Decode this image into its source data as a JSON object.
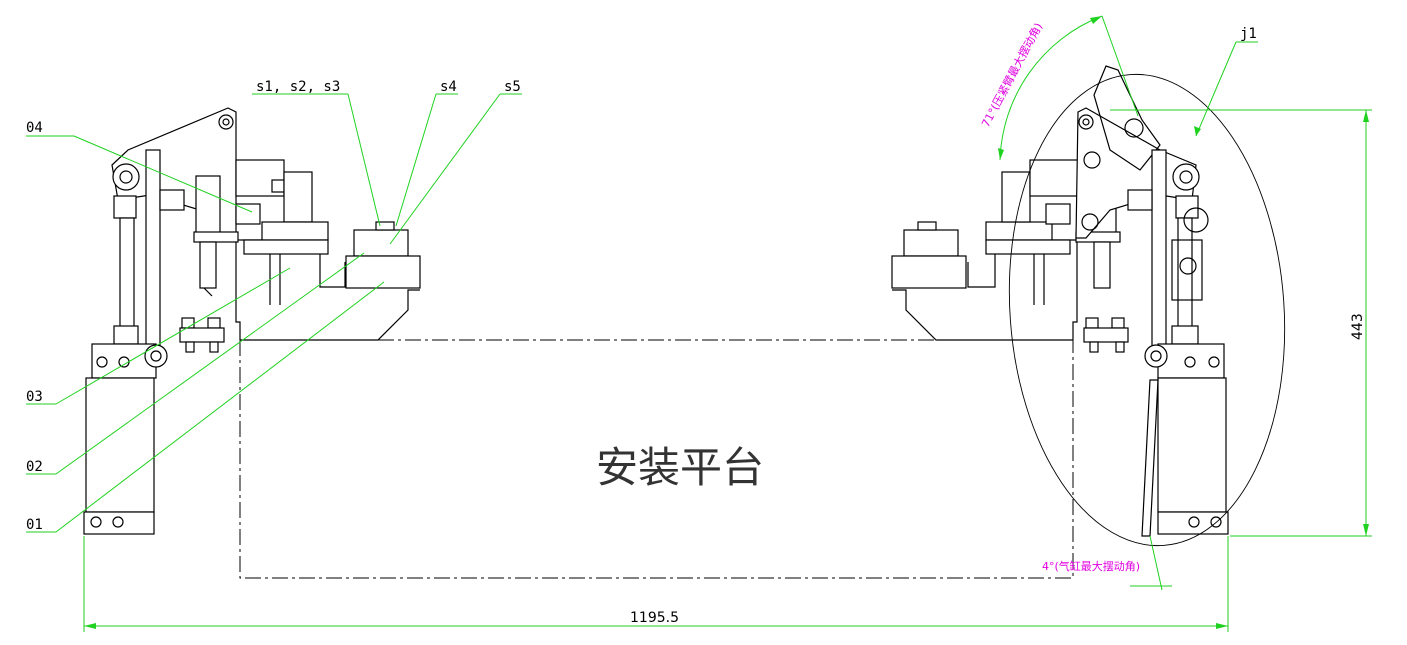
{
  "labels": {
    "l04": "04",
    "l03": "03",
    "l02": "02",
    "l01": "01",
    "s123": "s1, s2, s3",
    "s4": "s4",
    "s5": "s5",
    "j1": "j1"
  },
  "platform_label": "安装平台",
  "dimensions": {
    "width": "1195.5",
    "height": "443"
  },
  "annotations": {
    "arm_angle": "71°(压紧臂最大摆动角)",
    "cylinder_angle": "4°(气缸最大摆动角)"
  },
  "colors": {
    "outline": "#000000",
    "leader": "#1fd21f",
    "annotation": "#e000e0",
    "background": "#ffffff"
  }
}
